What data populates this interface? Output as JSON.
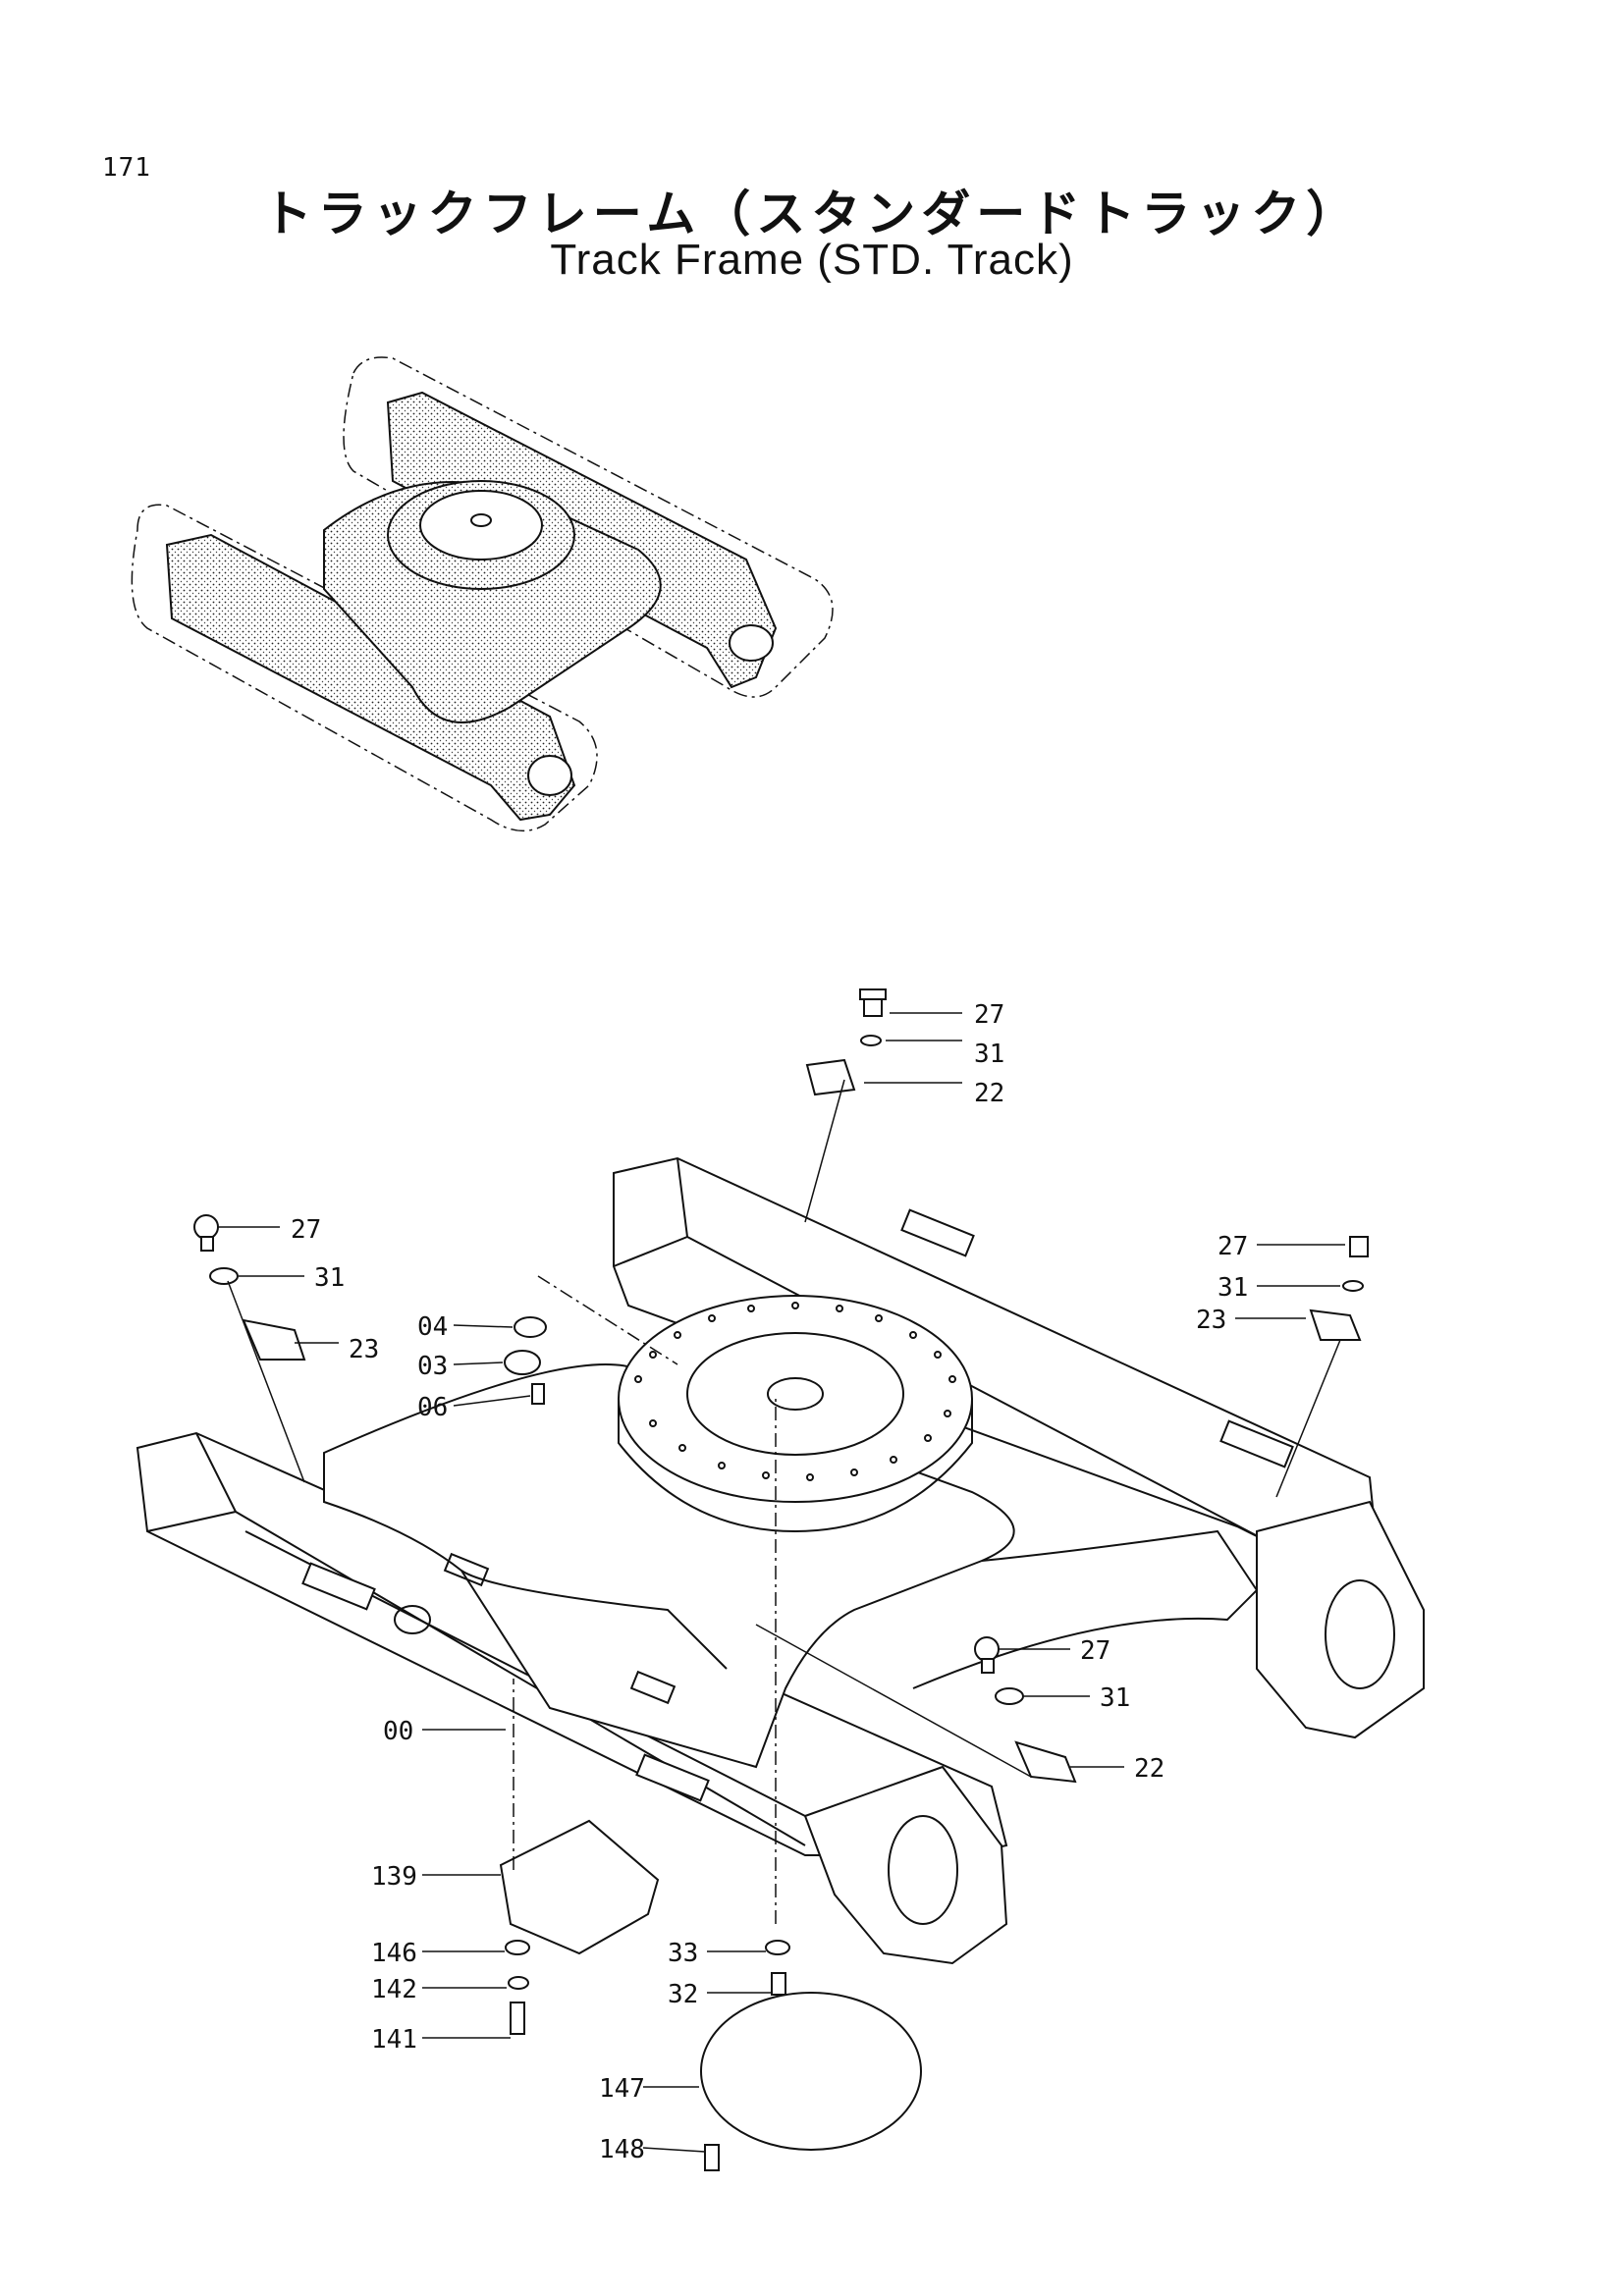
{
  "page_number": "171",
  "title_jp": "トラックフレーム（スタンダードトラック）",
  "title_en": "Track Frame (STD. Track)",
  "callouts": {
    "c27_top": "27",
    "c31_top": "31",
    "c22_top": "22",
    "c27_left": "27",
    "c31_left": "31",
    "c23_left": "23",
    "c04": "04",
    "c03": "03",
    "c06": "06",
    "c27_right": "27",
    "c31_right": "31",
    "c23_right": "23",
    "c27_mid": "27",
    "c31_mid": "31",
    "c22_mid": "22",
    "c00": "00",
    "c139": "139",
    "c146": "146",
    "c142": "142",
    "c141": "141",
    "c33": "33",
    "c32": "32",
    "c147": "147",
    "c148": "148"
  }
}
